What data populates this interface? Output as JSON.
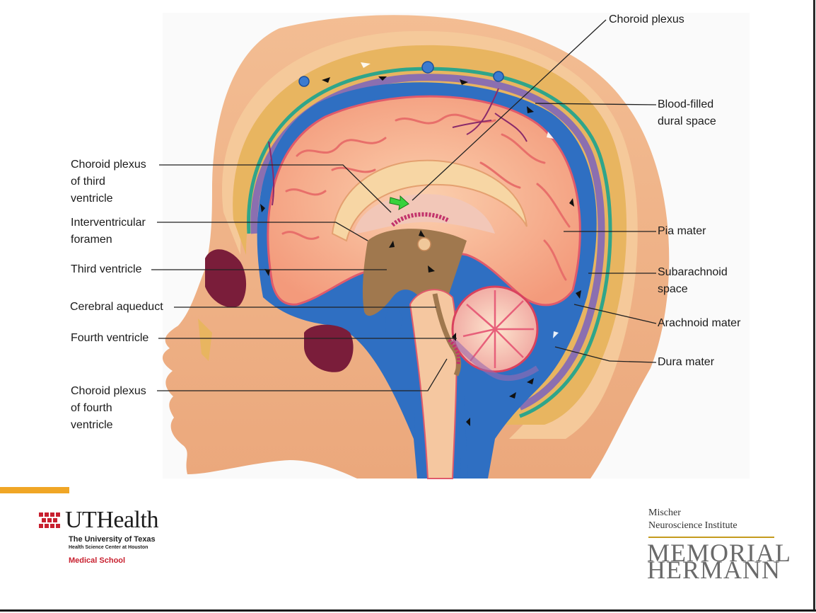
{
  "labels": {
    "choroid_plexus": "Choroid plexus",
    "blood_filled_dural_space": [
      "Blood-filled",
      "dural space"
    ],
    "choroid_plexus_third_ventricle": [
      "Choroid plexus",
      "of third",
      "ventricle"
    ],
    "interventricular_foramen": [
      "Interventricular",
      "foramen"
    ],
    "third_ventricle": "Third ventricle",
    "cerebral_aqueduct": "Cerebral aqueduct",
    "fourth_ventricle": "Fourth ventricle",
    "choroid_plexus_fourth_ventricle": [
      "Choroid plexus",
      "of fourth",
      "ventricle"
    ],
    "pia_mater": "Pia mater",
    "subarachnoid_space": [
      "Subarachnoid",
      "space"
    ],
    "arachnoid_mater": "Arachnoid mater",
    "dura_mater": "Dura mater"
  },
  "logos": {
    "uthealth": {
      "name": "UTHealth",
      "line1": "The University of Texas",
      "line2": "Health Science Center at Houston",
      "line3": "Medical School"
    },
    "memorial_hermann": {
      "line1": "Mischer",
      "line2": "Neuroscience Institute",
      "word1": "MEMORIAL",
      "word2": "HERMANN"
    }
  },
  "colors": {
    "accent_orange": "#f0a626",
    "uth_red": "#c8202f",
    "csf_blue": "#2f6fc2",
    "brain_pink": "#f4a487",
    "skin": "#f0b48a",
    "bone": "#e6b35a",
    "mh_gold": "#c49b1e"
  }
}
